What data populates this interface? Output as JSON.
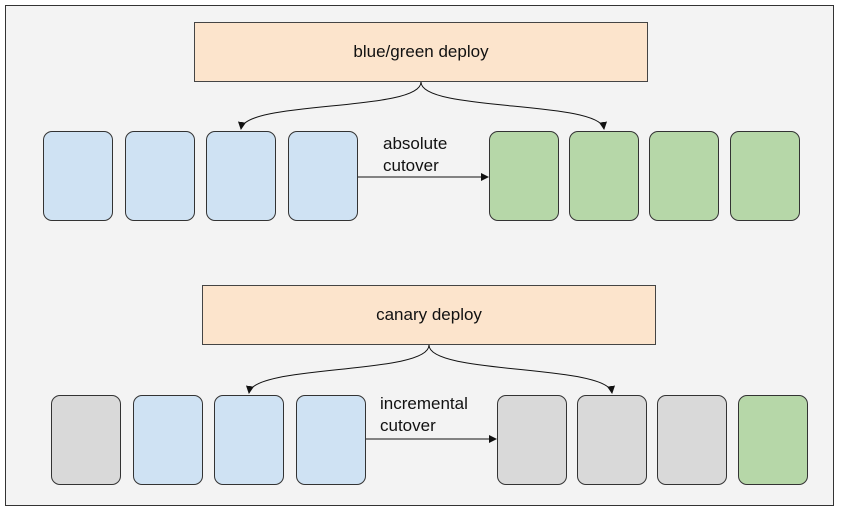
{
  "blue_green": {
    "title": "blue/green deploy",
    "cutover_line1": "absolute",
    "cutover_line2": "cutover",
    "before": [
      "blue",
      "blue",
      "blue",
      "blue"
    ],
    "after": [
      "green",
      "green",
      "green",
      "green"
    ]
  },
  "canary": {
    "title": "canary deploy",
    "cutover_line1": "incremental",
    "cutover_line2": "cutover",
    "before": [
      "gray",
      "blue",
      "blue",
      "blue"
    ],
    "after": [
      "gray",
      "gray",
      "gray",
      "green"
    ]
  },
  "colors": {
    "frame": "#f3f3f3",
    "title_box": "#fce4cc",
    "blue": "#cfe2f3",
    "green": "#b6d7a8",
    "gray": "#d9d9d9"
  }
}
